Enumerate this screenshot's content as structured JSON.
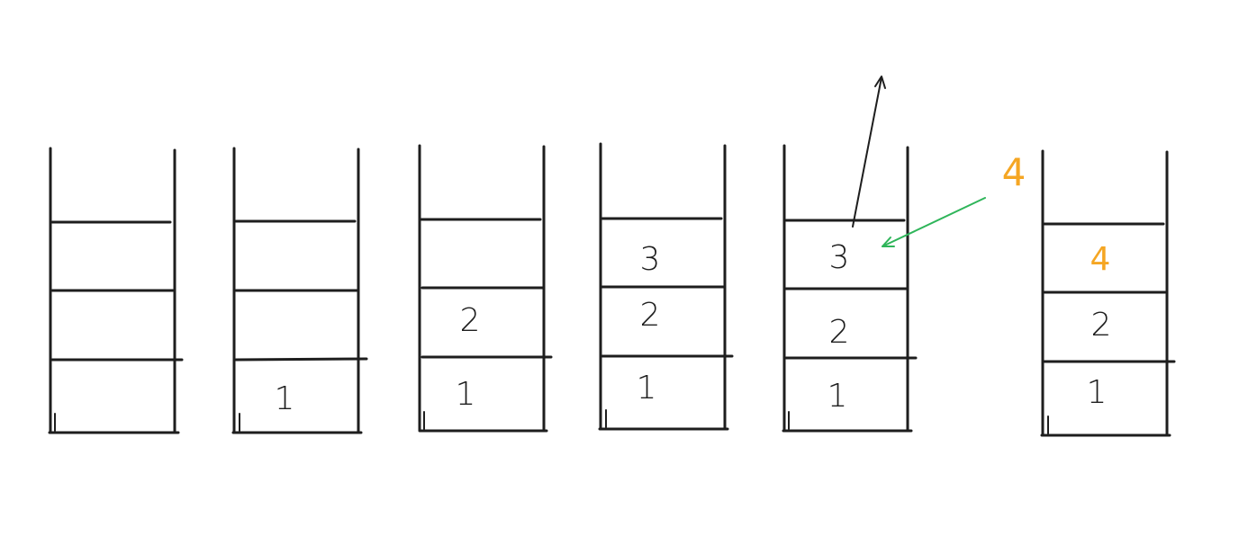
{
  "colors": {
    "ink": "#1e1e1e",
    "accent": "#f5a623",
    "arrow_in": "#2fb55a"
  },
  "stacks": [
    {
      "slots": [
        "",
        "",
        ""
      ]
    },
    {
      "slots": [
        "1",
        "",
        ""
      ]
    },
    {
      "slots": [
        "1",
        "2",
        ""
      ]
    },
    {
      "slots": [
        "1",
        "2",
        "3"
      ]
    },
    {
      "slots": [
        "1",
        "2",
        "3"
      ]
    },
    {
      "slots": [
        "1",
        "2",
        "4"
      ]
    }
  ],
  "incoming_item": "4"
}
